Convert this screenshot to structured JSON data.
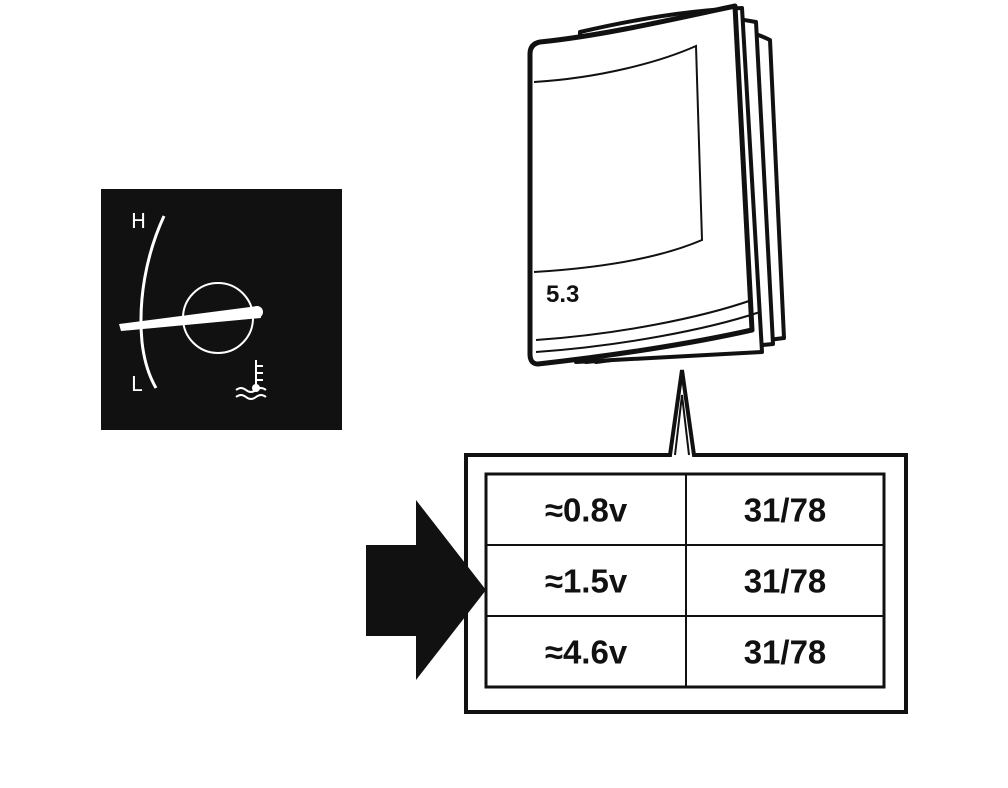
{
  "gauge": {
    "high_label": "H",
    "low_label": "L",
    "icon": "coolant-temperature-icon"
  },
  "manual": {
    "section_label": "5.3"
  },
  "table": {
    "rows": [
      {
        "voltage": "≈0.8v",
        "reference": "31/78"
      },
      {
        "voltage": "≈1.5v",
        "reference": "31/78"
      },
      {
        "voltage": "≈4.6v",
        "reference": "31/78"
      }
    ]
  },
  "arrow": {
    "icon": "arrow-right-icon",
    "points_to_row": 1
  },
  "colors": {
    "ink": "#111111",
    "paper": "#ffffff"
  }
}
